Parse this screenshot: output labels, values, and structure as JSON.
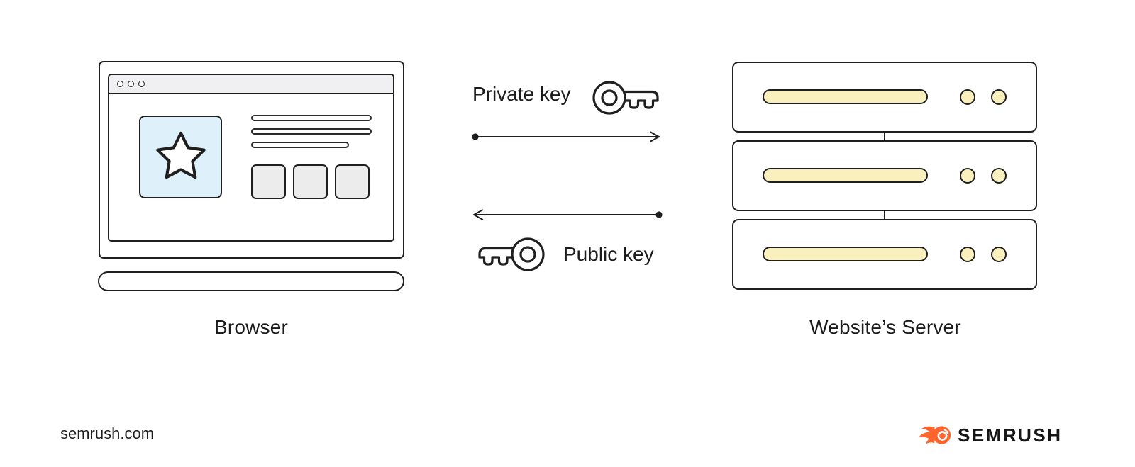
{
  "labels": {
    "browser": "Browser",
    "server": "Website’s Server"
  },
  "key_exchange": {
    "private_key_label": "Private key",
    "public_key_label": "Public key",
    "private_key_direction": "browser-to-server",
    "public_key_direction": "server-to-browser"
  },
  "footer": {
    "site_url": "semrush.com",
    "brand_wordmark": "SEMRUSH"
  },
  "icons": {
    "private_key": "key-icon",
    "public_key": "key-icon",
    "browser_image_placeholder": "star-icon",
    "brand": "flame-icon",
    "window_controls": "circle-dot-icons"
  },
  "structure": {
    "server_rack_count": 3,
    "browser_text_line_count": 3,
    "browser_button_count": 3,
    "window_dot_count": 3
  },
  "colors": {
    "stroke": "#1f1f1f",
    "image_box_blue": "#def0fa",
    "accent_yellow": "#faf0be",
    "brand_orange": "#ff642d",
    "titlebar_gray": "#f0f0f2",
    "button_gray": "#ececec"
  }
}
